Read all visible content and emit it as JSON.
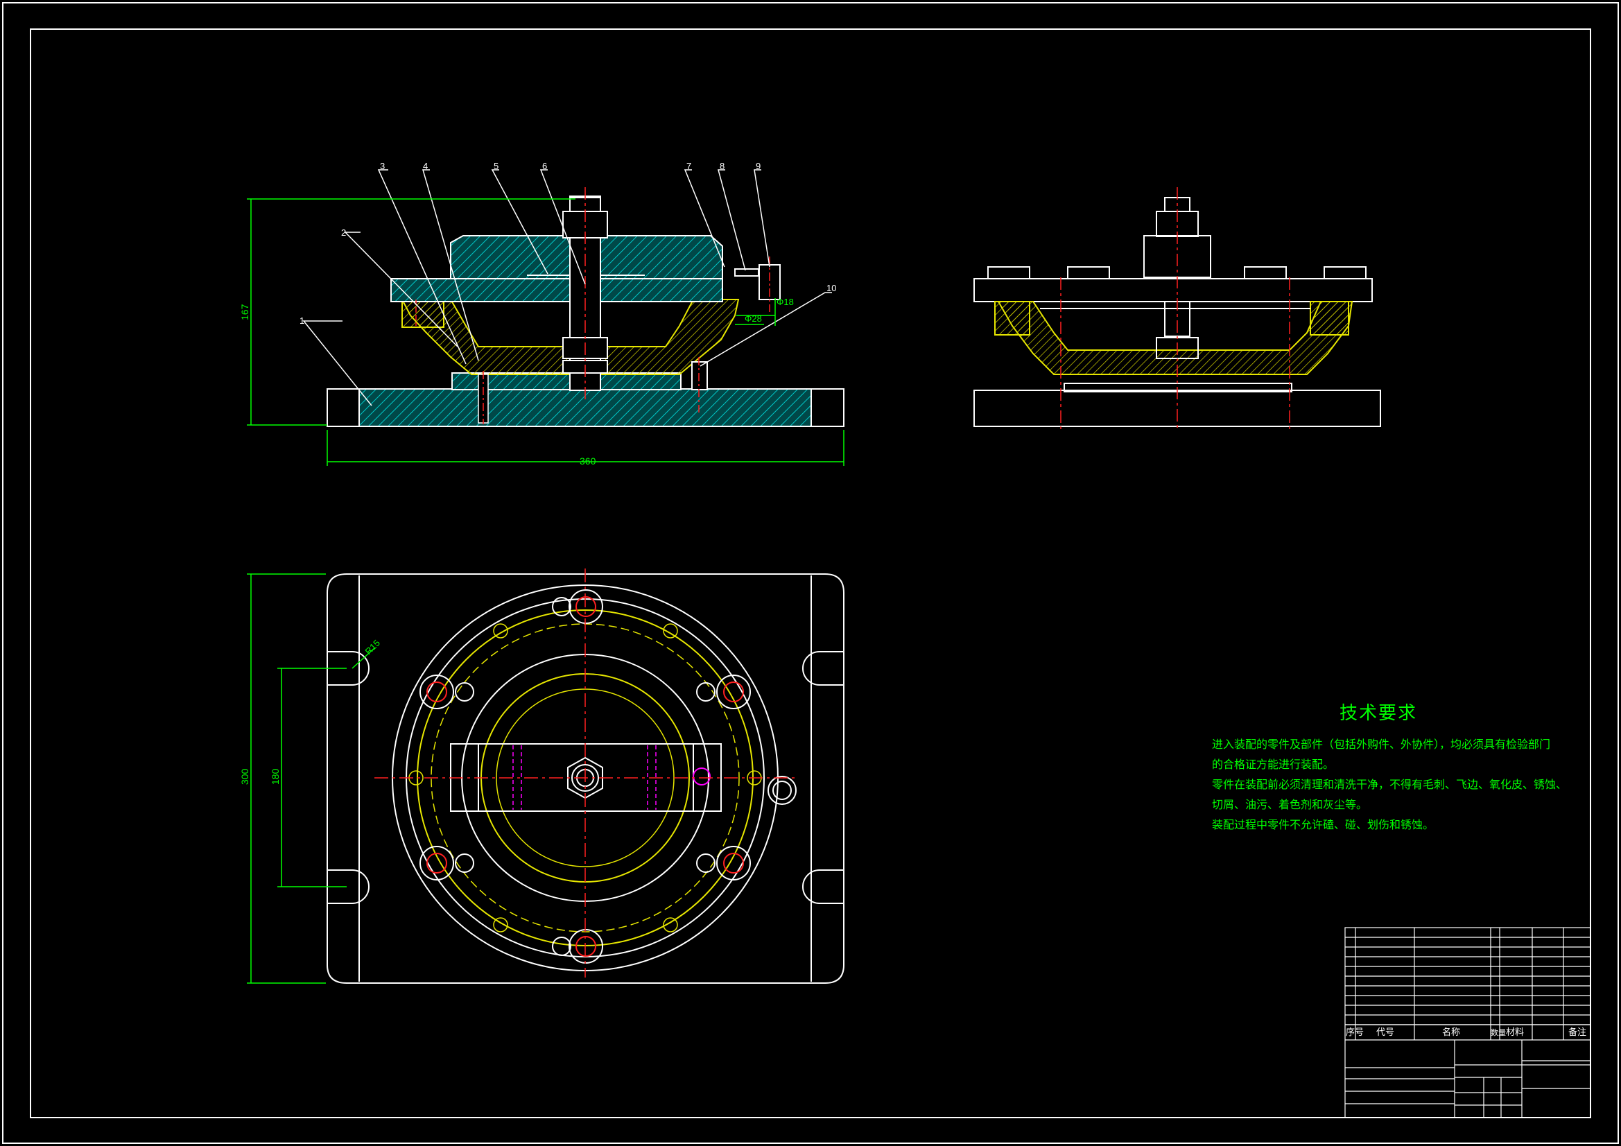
{
  "front_view": {
    "callouts": [
      "1",
      "2",
      "3",
      "4",
      "5",
      "6",
      "7",
      "8",
      "9",
      "10"
    ],
    "dims": {
      "height": "167",
      "width": "360",
      "d1": "Φ18",
      "d2": "Φ28"
    }
  },
  "top_view": {
    "dims": {
      "height": "300",
      "inner": "180",
      "radius": "R15"
    }
  },
  "tech": {
    "title": "技术要求",
    "lines": [
      "进入装配的零件及部件（包括外购件、外协件），均必须具有检验部门",
      "的合格证方能进行装配。",
      "零件在装配前必须清理和清洗干净，不得有毛刺、飞边、氧化皮、锈蚀、",
      "切屑、油污、着色剂和灰尘等。",
      "装配过程中零件不允许磕、碰、划伤和锈蚀。"
    ]
  },
  "title_block": {
    "header": {
      "seq": "序号",
      "code": "代号",
      "name": "名称",
      "qty": "数量",
      "mat": "材料",
      "note": "备注"
    }
  },
  "colors": {
    "line": "#ffffff",
    "hatch": "#00c0c0",
    "yellow": "#e6e600",
    "center": "#ff2020",
    "dim": "#00ff00",
    "magenta": "#ff00ff"
  }
}
